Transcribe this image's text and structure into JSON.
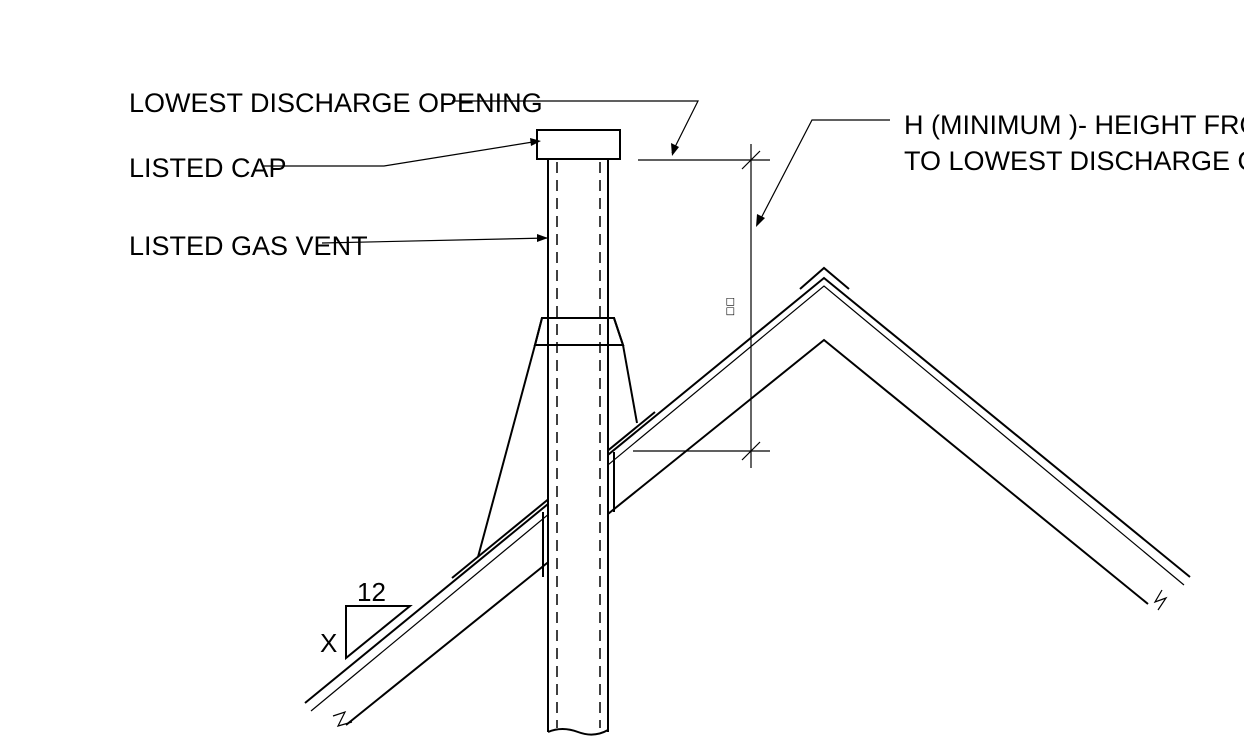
{
  "labels": {
    "lowest_discharge_opening": "LOWEST DISCHARGE OPENING",
    "listed_cap": "LISTED CAP",
    "listed_gas_vent": "LISTED GAS VENT",
    "height_line1": "H (MINIMUM )- HEIGHT FROM RO",
    "height_line2": "TO LOWEST DISCHARGE OPENING",
    "dimension_mark": "□□",
    "slope_run": "12",
    "slope_rise": "X"
  }
}
